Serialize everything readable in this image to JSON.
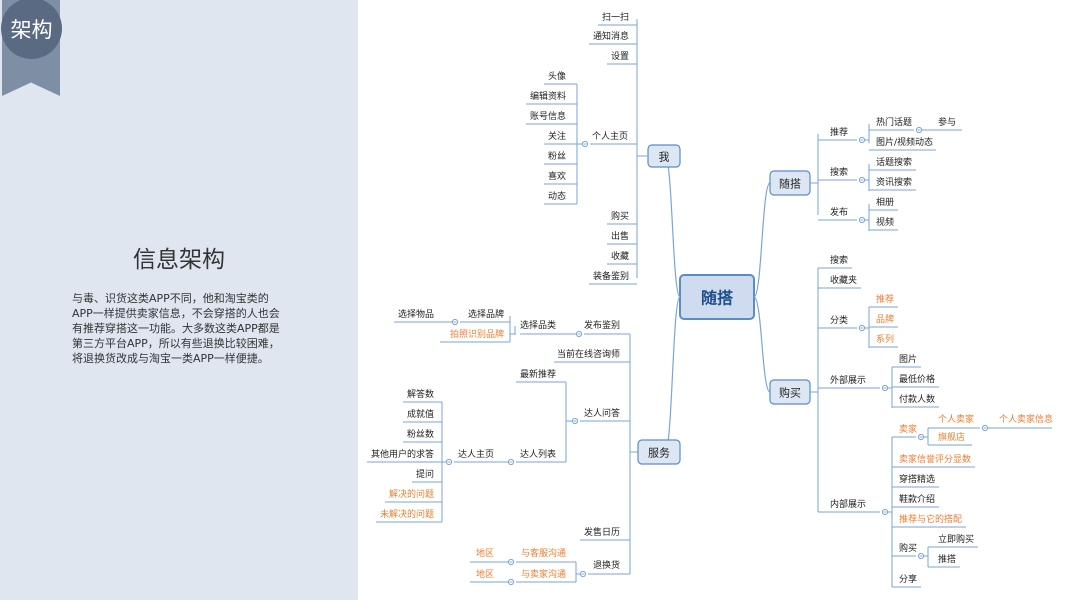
{
  "header": {
    "section_badge": "架构"
  },
  "slide": {
    "title": "信息架构",
    "description": "与毒、识货这类APP不同，他和淘宝类的APP一样提供卖家信息，不会穿搭的人也会有推荐穿搭这一功能。大多数这类APP都是第三方平台APP，所以有些退换比较困难，将退换货改成与淘宝一类APP一样便捷。"
  },
  "colors": {
    "panel_bg": "#dfe6f0",
    "ribbon": "#7d8ea5",
    "badge": "#5a6a82",
    "line": "#7aa5d8",
    "root_fill": "#cfdcef",
    "root_border": "#5b8bc9",
    "root_text": "#1f4e8c",
    "branch_fill": "#dde7f4",
    "branch_border": "#5b8bc9",
    "text": "#222222",
    "accent": "#ed7d31"
  },
  "mindmap": {
    "root": "随搭",
    "branches": {
      "me": {
        "label": "我",
        "top_items": [
          "扫一扫",
          "通知消息",
          "设置"
        ],
        "personal": {
          "label": "个人主页",
          "items": [
            "头像",
            "编辑资料",
            "账号信息",
            "关注",
            "粉丝",
            "喜欢",
            "动态"
          ]
        },
        "bottom_items": [
          "购买",
          "出售",
          "收藏",
          "装备鉴别"
        ]
      },
      "suida": {
        "label": "随搭",
        "recommend": {
          "label": "推荐",
          "hot": "热门话题",
          "join": "参与",
          "media": "图片/视频动态"
        },
        "search": {
          "label": "搜索",
          "items": [
            "话题搜索",
            "资讯搜索"
          ]
        },
        "publish": {
          "label": "发布",
          "items": [
            "相册",
            "视频"
          ]
        }
      },
      "buy": {
        "label": "购买",
        "search": "搜索",
        "favorites": "收藏夹",
        "category": {
          "label": "分类",
          "items": [
            "推荐",
            "品牌",
            "系列"
          ]
        },
        "external": {
          "label": "外部展示",
          "items": [
            "图片",
            "最低价格",
            "付款人数"
          ]
        },
        "internal": {
          "label": "内部展示",
          "seller": {
            "label": "卖家",
            "personal": "个人卖家",
            "personal_info": "个人卖家信息",
            "flagship": "旗舰店"
          },
          "seller_score": "卖家信誉评分显数",
          "outfit_pick": "穿搭精选",
          "shoe_intro": "鞋款介绍",
          "recommend_match": "推荐与它的搭配",
          "purchase": {
            "label": "购买",
            "items": [
              "立即购买",
              "推搭"
            ]
          },
          "share": "分享"
        }
      },
      "service": {
        "label": "服务",
        "appraisal": {
          "label": "发布鉴别",
          "category": "选择品类",
          "brand": "选择品牌",
          "item": "选择物品",
          "photo": "拍照识别品牌"
        },
        "consult": "当前在线咨询师",
        "expert_qa": {
          "label": "达人问答",
          "latest": "最新推荐",
          "list": "达人列表",
          "home": {
            "label": "达人主页",
            "items": [
              "解答数",
              "成就值",
              "粉丝数",
              "其他用户的求答",
              "提问",
              "解决的问题",
              "未解决的问题"
            ]
          }
        },
        "calendar": "发售日历",
        "returns": {
          "label": "退换货",
          "service_chat": "与客服沟通",
          "seller_chat": "与卖家沟通",
          "region1": "地区",
          "region2": "地区"
        }
      }
    }
  }
}
